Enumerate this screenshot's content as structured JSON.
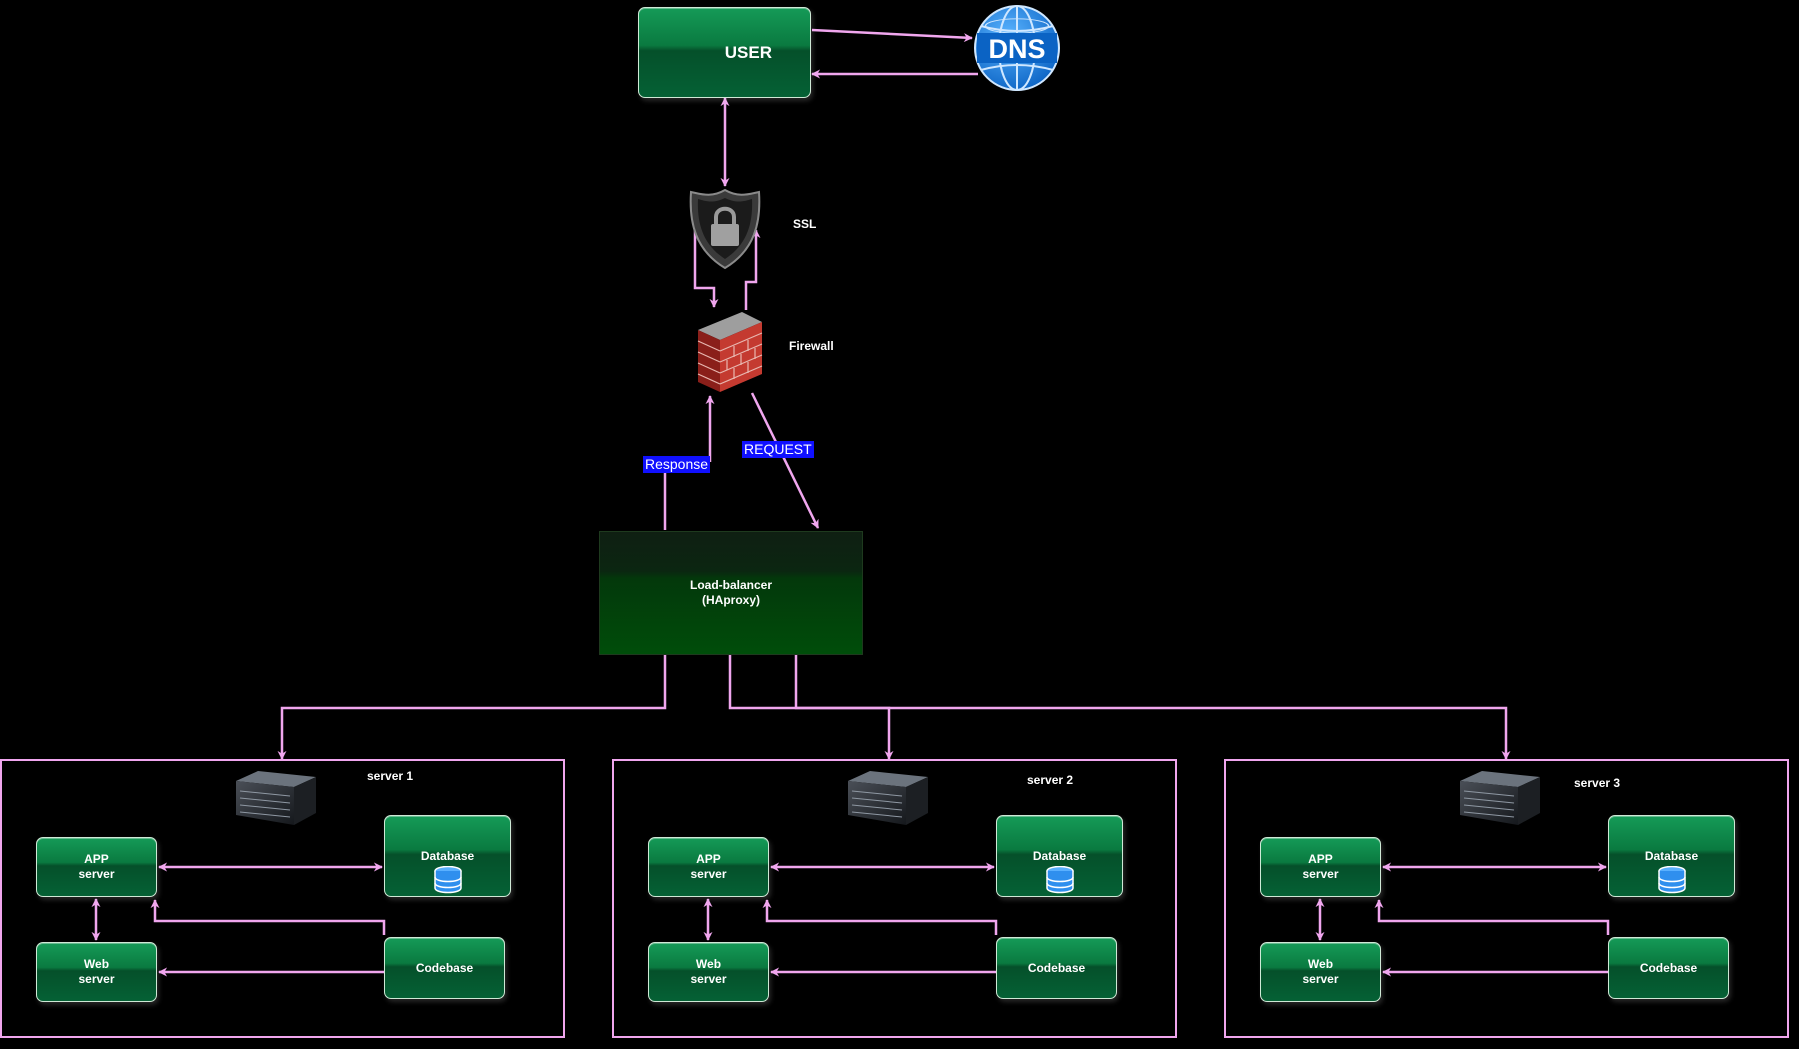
{
  "colors": {
    "background": "#000000",
    "connector": "#f0a6ee",
    "node_green": "#0a7a40",
    "tag_blue": "#1010ff"
  },
  "user": {
    "label": "USER",
    "icon": "user-icon"
  },
  "dns": {
    "label": "DNS",
    "icon": "globe-icon"
  },
  "ssl": {
    "label": "SSL",
    "icon": "shield-lock-icon"
  },
  "firewall": {
    "label": "Firewall",
    "icon": "brick-wall-icon"
  },
  "flow": {
    "response": "Response",
    "request": "REQUEST"
  },
  "load_balancer": {
    "label": "Load-balancer\n(HAproxy)"
  },
  "servers": [
    {
      "title": "server 1",
      "app": "APP\nserver",
      "web": "Web\nserver",
      "database": "Database",
      "codebase": "Codebase"
    },
    {
      "title": "server 2",
      "app": "APP\nserver",
      "web": "Web\nserver",
      "database": "Database",
      "codebase": "Codebase"
    },
    {
      "title": "server 3",
      "app": "APP\nserver",
      "web": "Web\nserver",
      "database": "Database",
      "codebase": "Codebase"
    }
  ]
}
